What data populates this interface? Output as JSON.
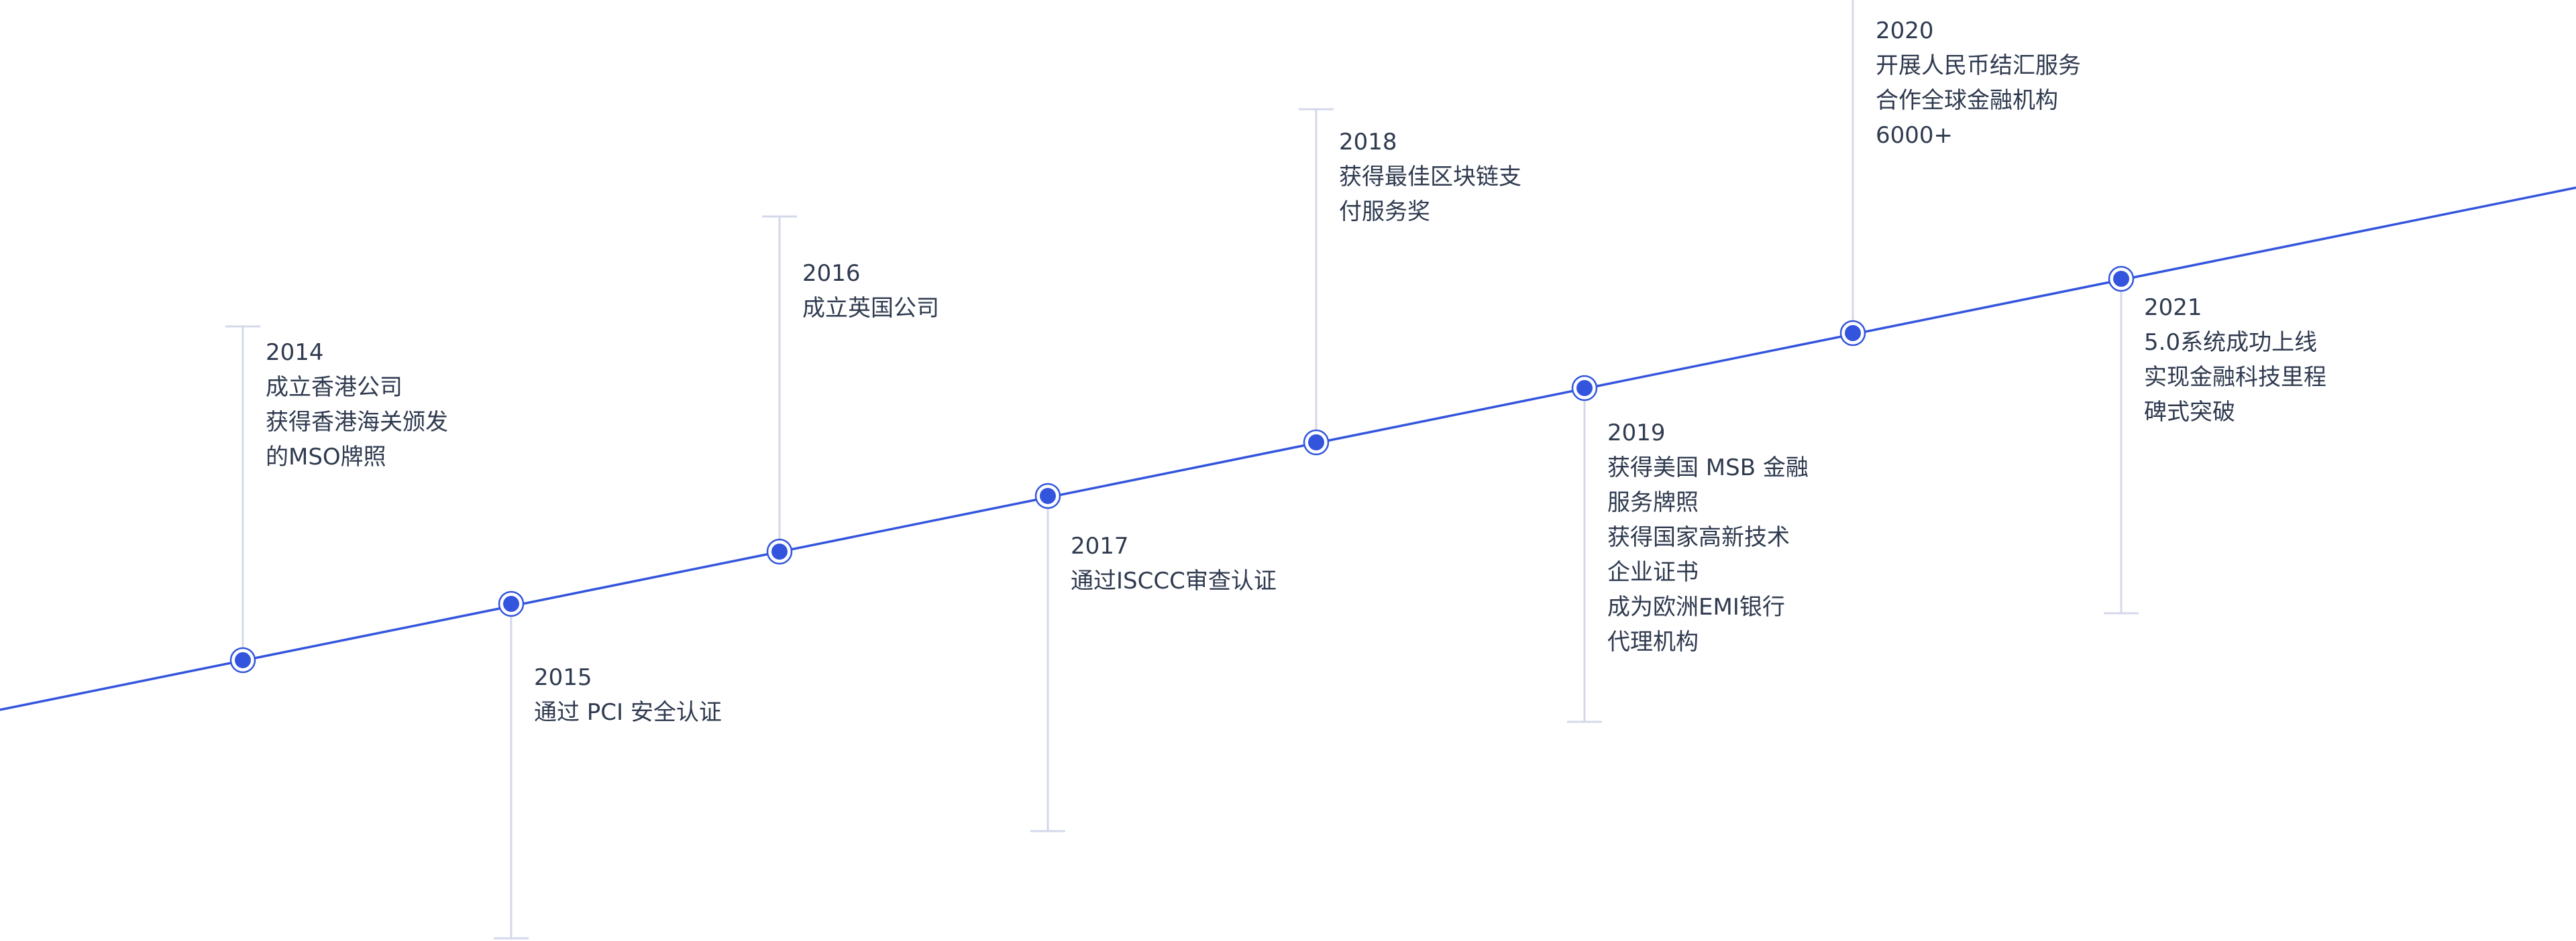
{
  "timeline": {
    "colors": {
      "axis": "#3355dd",
      "node_fill": "#3355dd",
      "node_ring": "#3355dd",
      "stem": "#d4d8ea",
      "text": "#2f3a4f"
    },
    "milestones": [
      {
        "year": "2014",
        "lines": [
          "成立香港公司",
          "获得香港海关颁发",
          "的MSO牌照"
        ]
      },
      {
        "year": "2015",
        "lines": [
          "通过 PCI 安全认证"
        ]
      },
      {
        "year": "2016",
        "lines": [
          "成立英国公司"
        ]
      },
      {
        "year": "2017",
        "lines": [
          "通过ISCCC审查认证"
        ]
      },
      {
        "year": "2018",
        "lines": [
          "获得最佳区块链支",
          "付服务奖"
        ]
      },
      {
        "year": "2019",
        "lines": [
          "获得美国 MSB 金融",
          "服务牌照",
          "获得国家高新技术",
          "企业证书",
          "成为欧洲EMI银行",
          "代理机构"
        ]
      },
      {
        "year": "2020",
        "lines": [
          "开展人民币结汇服务",
          "合作全球金融机构",
          "6000+"
        ]
      },
      {
        "year": "2021",
        "lines": [
          "5.0系统成功上线",
          "实现金融科技里程",
          "碑式突破"
        ]
      }
    ]
  }
}
